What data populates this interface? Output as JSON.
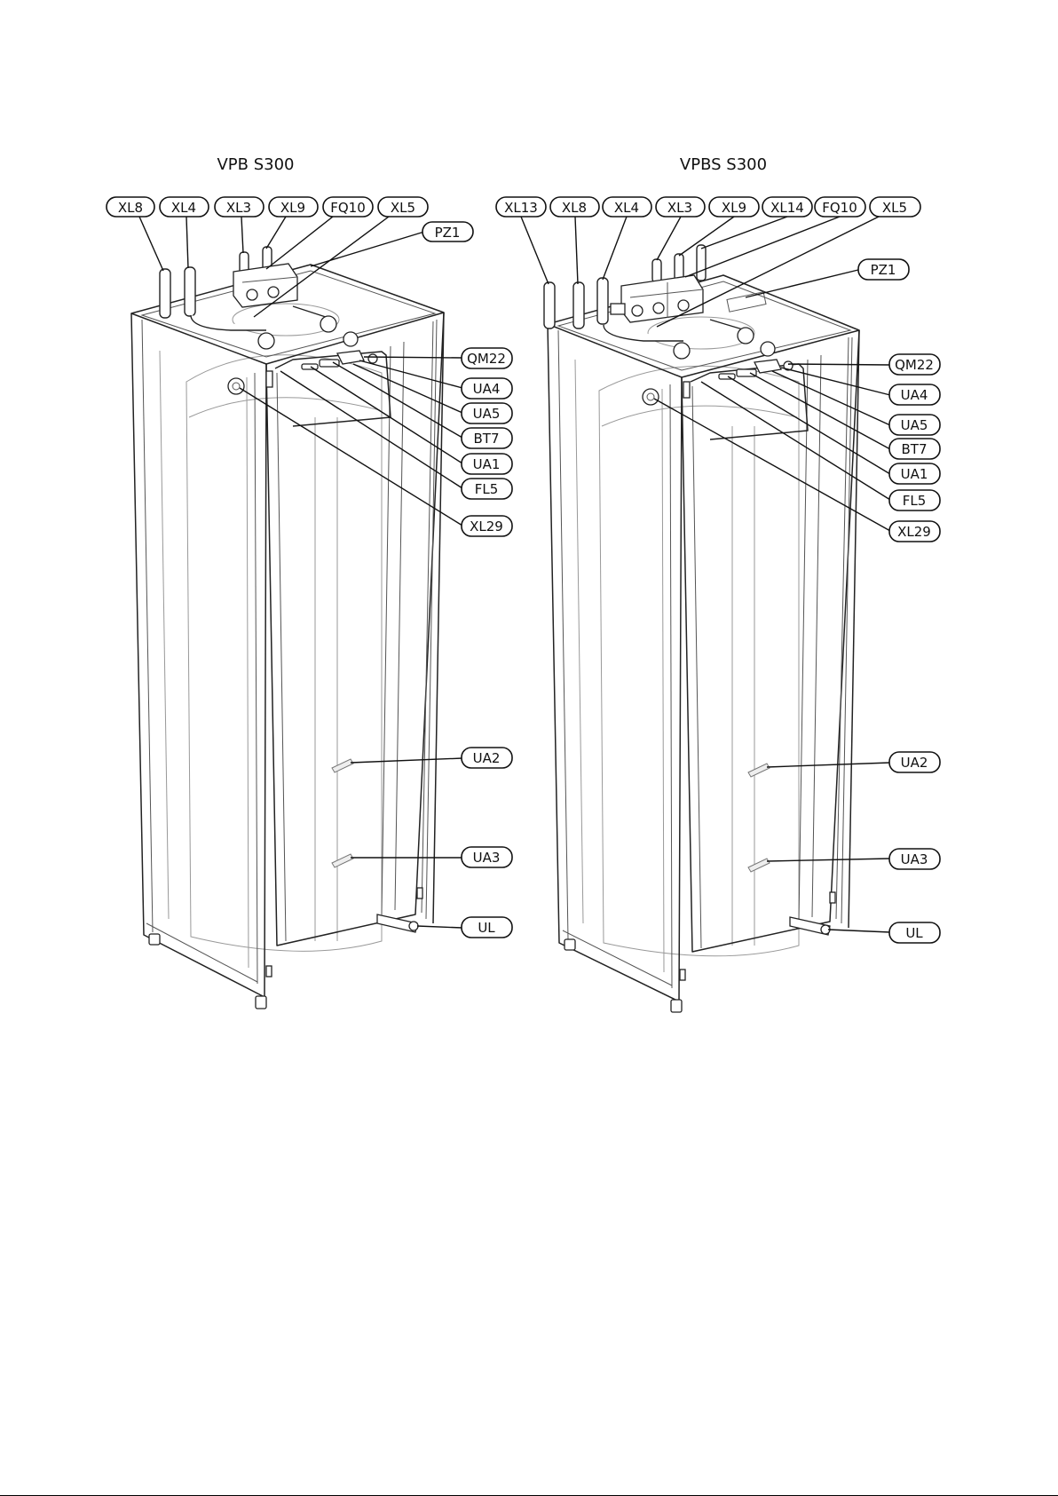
{
  "units": [
    {
      "id": "vpb",
      "title": "VPB S300",
      "labels": [
        "XL8",
        "XL4",
        "XL3",
        "XL9",
        "FQ10",
        "XL5",
        "PZ1",
        "QM22",
        "UA4",
        "UA5",
        "BT7",
        "UA1",
        "FL5",
        "XL29",
        "UA2",
        "UA3",
        "UL"
      ]
    },
    {
      "id": "vpbs",
      "title": "VPBS S300",
      "labels": [
        "XL13",
        "XL8",
        "XL4",
        "XL3",
        "XL9",
        "XL14",
        "FQ10",
        "XL5",
        "PZ1",
        "QM22",
        "UA4",
        "UA5",
        "BT7",
        "UA1",
        "FL5",
        "XL29",
        "UA2",
        "UA3",
        "UL"
      ]
    }
  ]
}
